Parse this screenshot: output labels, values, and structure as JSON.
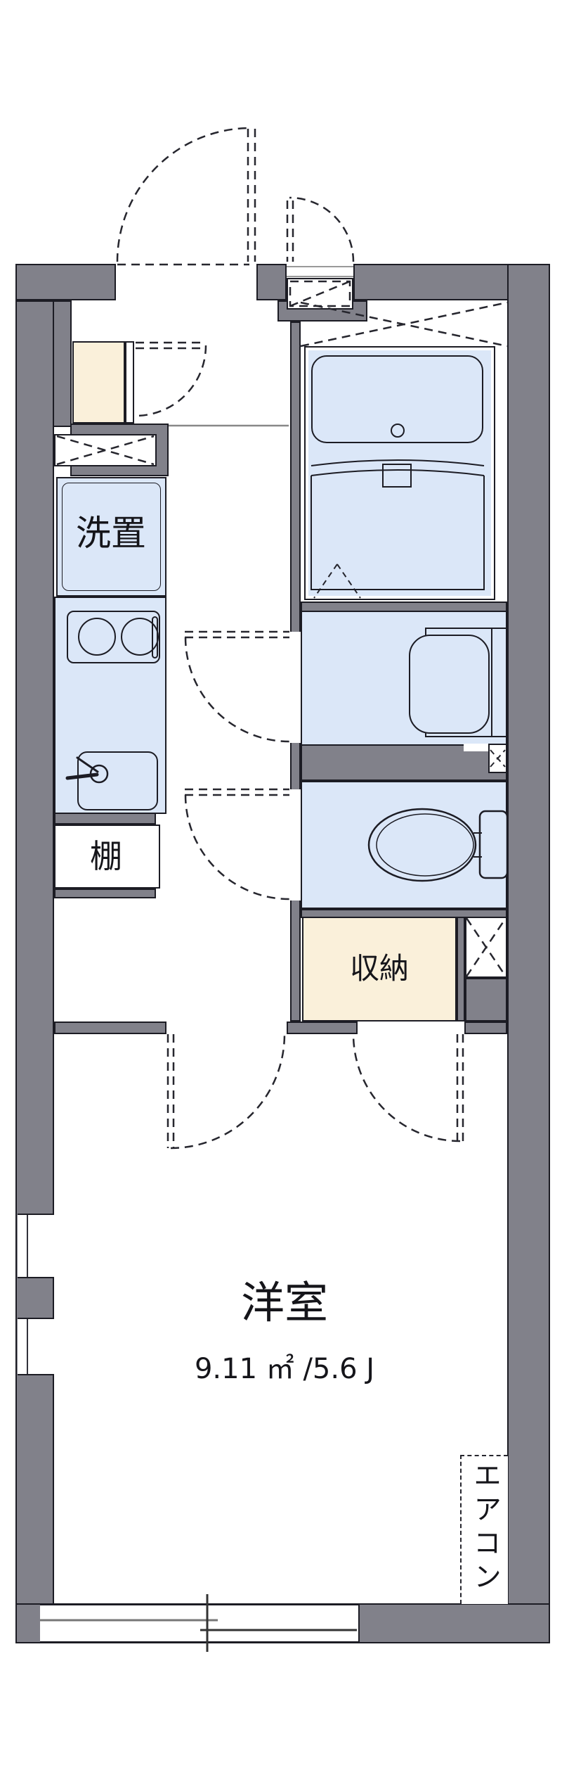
{
  "floor_plan": {
    "type": "japanese-apartment-floor-plan",
    "labels": {
      "laundry": "洗置",
      "shelf": "棚",
      "storage": "収納",
      "room": "洋室",
      "room_area": "9.11 ㎡ /5.6 J",
      "aircon": "エアコン"
    },
    "rooms": [
      {
        "name": "bathroom",
        "fixtures": [
          "bathtub",
          "bath-cover",
          "drain",
          "folding-door-mark",
          "x-vent-mark"
        ]
      },
      {
        "name": "washroom",
        "fixtures": [
          "vanity-counter",
          "wash-basin",
          "x-vent-mark"
        ]
      },
      {
        "name": "toilet-room",
        "fixtures": [
          "toilet-bowl",
          "toilet-tank"
        ]
      },
      {
        "name": "kitchen-corridor",
        "fixtures": [
          "laundry-space",
          "two-burner-stove",
          "kitchen-sink",
          "faucet",
          "shelf",
          "vent-hatch"
        ]
      },
      {
        "name": "entrance",
        "fixtures": [
          "shoe-cabinet",
          "entry-door",
          "storage-hatch"
        ]
      },
      {
        "name": "western-room",
        "area_label": "9.11 ㎡ /5.6 J",
        "fixtures": [
          "air-conditioner-spot",
          "window-bottom",
          "window-left-upper",
          "window-left-lower"
        ]
      },
      {
        "name": "storage-closet"
      }
    ],
    "colors": {
      "wall_gray": "#81818a",
      "outline_black": "#1c1c24",
      "fixture_blue": "#dbe7f8",
      "accent_beige": "#faf0da",
      "thin_line_gray": "#888888"
    }
  }
}
